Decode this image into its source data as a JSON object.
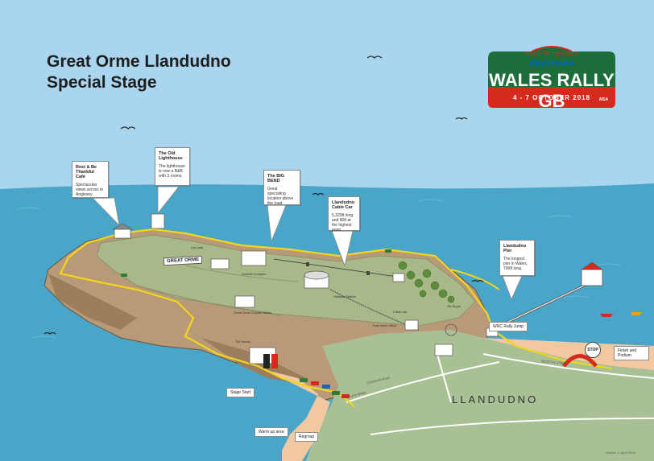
{
  "title": {
    "line1": "Great Orme Llandudno",
    "line2": "Special Stage"
  },
  "logo": {
    "top_text": "RALLY OF LEGENDS",
    "sponsor": "dayinsure",
    "name": "WALES RALLY GB",
    "dates": "4 - 7  OCTOBER  2018",
    "org": "MSA"
  },
  "callouts": {
    "rest": {
      "title": "Rest & Be Thankful Café",
      "body": "Spectacular views across to Anglesey."
    },
    "lighthouse": {
      "title": "The Old Lighthouse",
      "body": "The lighthouse is now a B&B with 3 rooms."
    },
    "bigbend": {
      "title": "The BIG BEND",
      "body": "Great spectating location above the road."
    },
    "cablecar": {
      "title": "Llandudno Cable Car",
      "body": "5,320ft long and 80ft at the highest point."
    },
    "pier": {
      "title": "Llandudno Pier",
      "body": "The longest pier in Wales, 700ft long."
    }
  },
  "tags": {
    "wrc_jump": "WRC Rally Jump",
    "finish": "Finish and Podium",
    "stage_start": "Stage Start",
    "warm_up": "Warm up area",
    "regroup": "Regroup",
    "stop": "STOP"
  },
  "labels": {
    "sign": "GREAT ORME",
    "car_park": "Car park",
    "summit": "Summit Complex",
    "halfway": "Halfway Station",
    "copper_mines": "Great Orme Copper Mines",
    "tram": "Tram ticket office",
    "cable_car_low": "Cable car",
    "ski": "Ski Slope",
    "toll": "Toll House",
    "town": "LLANDUDNO",
    "street1": "MOSTYN STREET",
    "street2": "Church Walks",
    "street3": "Cloisterhill Road",
    "version": "Version 1, April 2018"
  },
  "colors": {
    "sea": "#4aa6c8",
    "sky": "#a9d6ee",
    "cliff": "#b89a78",
    "plateau": "#a8b888",
    "town": "#a9bf94",
    "route": "#f2d51c",
    "logo_green": "#1e6e3c",
    "logo_red": "#d52b1e"
  }
}
